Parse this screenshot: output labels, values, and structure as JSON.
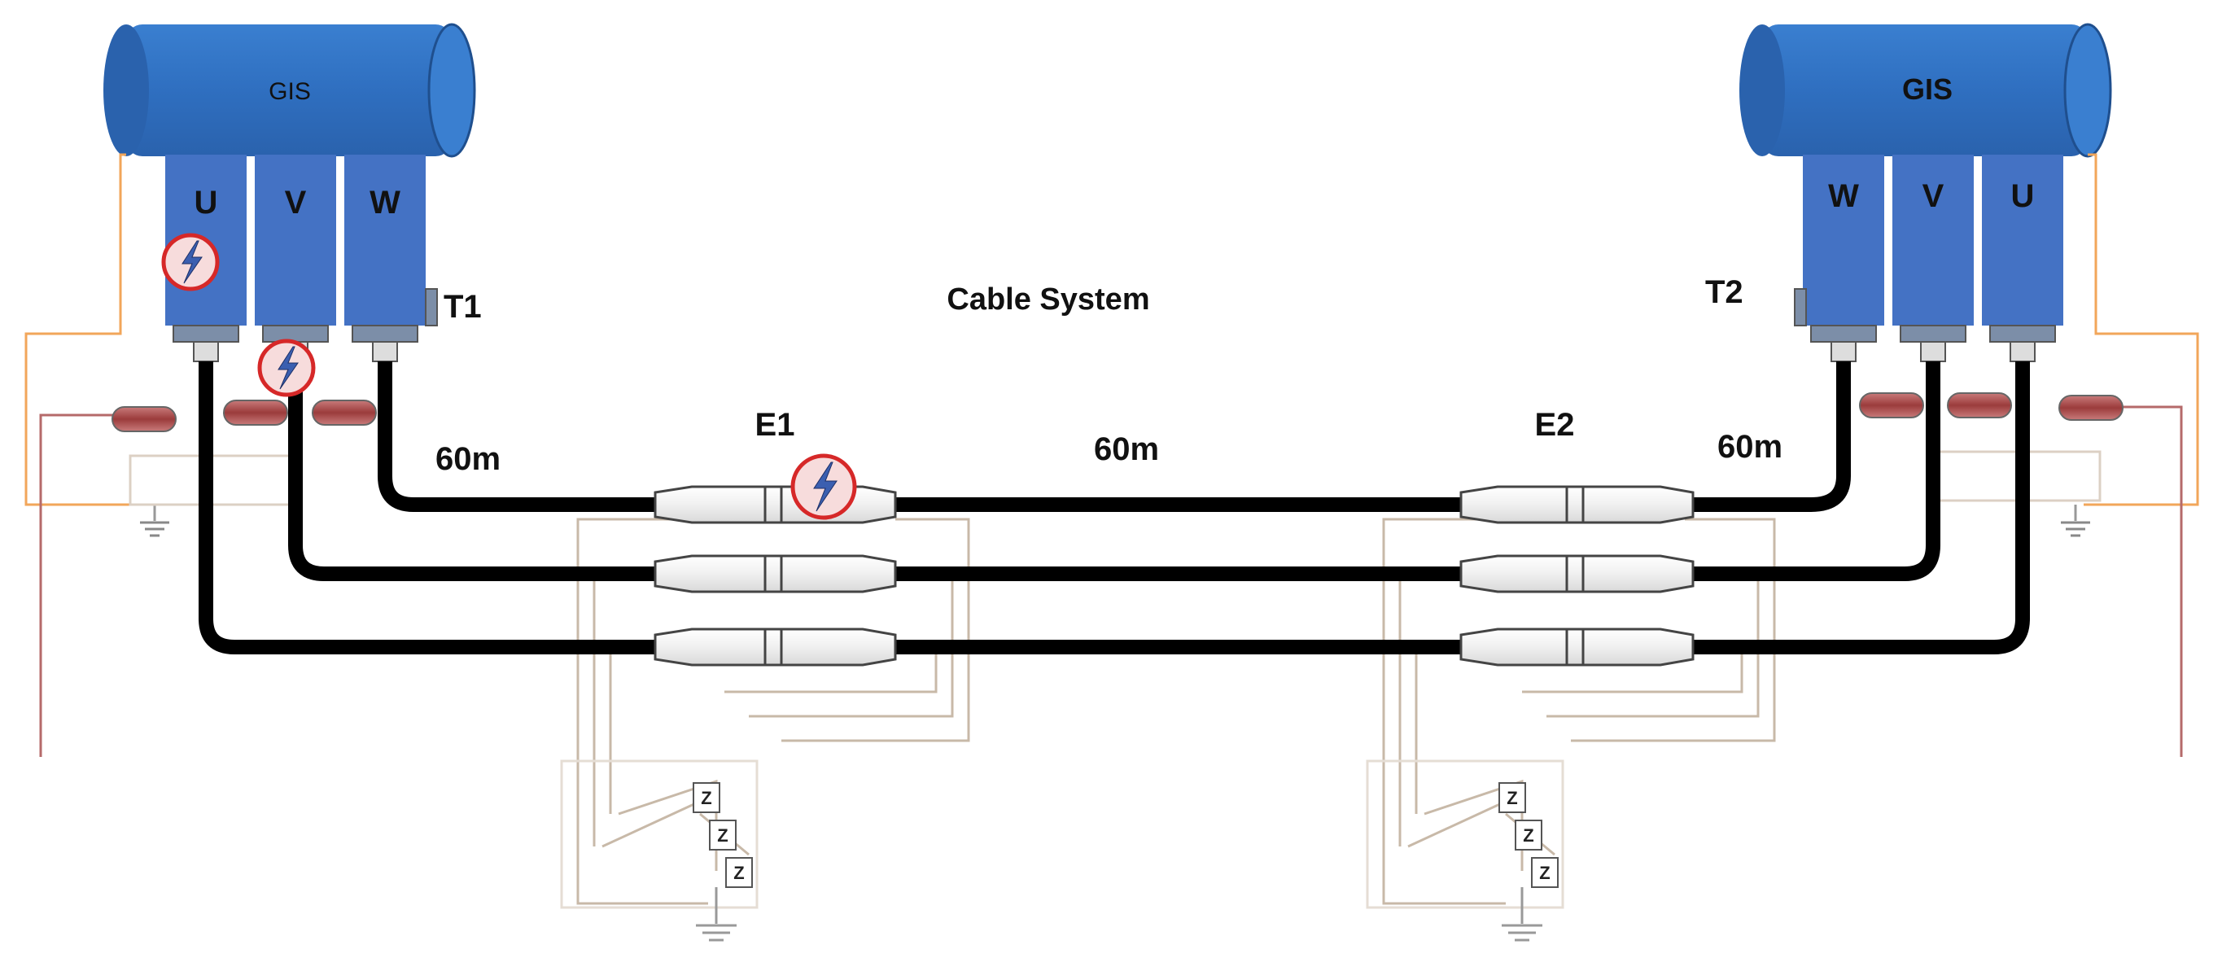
{
  "gis_left": {
    "label": "GIS",
    "phases": [
      "U",
      "V",
      "W"
    ]
  },
  "gis_right": {
    "label": "GIS",
    "phases": [
      "W",
      "V",
      "U"
    ]
  },
  "terminations": {
    "left": "T1",
    "right": "T2"
  },
  "title": "Cable System",
  "joints": {
    "first": "E1",
    "second": "E2"
  },
  "segments": {
    "left": "60m",
    "middle": "60m",
    "right": "60m"
  },
  "impedance_symbol": "Z",
  "colors": {
    "gis_body": "#2f6fc0",
    "gis_phase": "#4472c4",
    "cable": "#000000",
    "bonding_wire": "#c8b9a8",
    "ground_wire": "#f2a65a",
    "sensor_lead": "#b56a6a",
    "fault_marker": "#d62828",
    "joint_fill": "#f4f4f4"
  },
  "icons": [
    "fault-lightning-icon",
    "ground-icon",
    "ct-sensor-icon"
  ]
}
